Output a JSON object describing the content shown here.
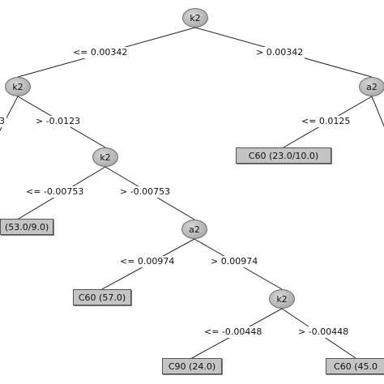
{
  "tree": {
    "nodes": [
      {
        "id": "n_root",
        "label": "k2"
      },
      {
        "id": "n_left",
        "label": "k2"
      },
      {
        "id": "n_right",
        "label": "a2"
      },
      {
        "id": "n_k2b",
        "label": "k2"
      },
      {
        "id": "n_a2",
        "label": "a2"
      },
      {
        "id": "n_k2c",
        "label": "k2"
      }
    ],
    "leaves": [
      {
        "id": "l_c60_23",
        "label": "C60 (23.0/10.0)"
      },
      {
        "id": "l_53",
        "label": "(53.0/9.0)"
      },
      {
        "id": "l_c60_57",
        "label": "C60 (57.0)"
      },
      {
        "id": "l_c90_24",
        "label": "C90 (24.0)"
      },
      {
        "id": "l_c60_45",
        "label": "C60 (45.0"
      }
    ],
    "edges": [
      {
        "id": "e1",
        "from": "n_root",
        "to": "n_left",
        "label": "<= 0.00342"
      },
      {
        "id": "e2",
        "from": "n_root",
        "to": "n_right",
        "label": "> 0.00342"
      },
      {
        "id": "e3",
        "from": "n_left",
        "to": "off_left",
        "label": "3"
      },
      {
        "id": "e4",
        "from": "n_left",
        "to": "n_k2b",
        "label": "> -0.0123"
      },
      {
        "id": "e5",
        "from": "n_right",
        "to": "l_c60_23",
        "label": "<= 0.0125"
      },
      {
        "id": "e5b",
        "from": "n_right",
        "to": "off_right",
        "label": ""
      },
      {
        "id": "e6",
        "from": "n_k2b",
        "to": "l_53",
        "label": "<= -0.00753"
      },
      {
        "id": "e7",
        "from": "n_k2b",
        "to": "n_a2",
        "label": "> -0.00753"
      },
      {
        "id": "e8",
        "from": "n_a2",
        "to": "l_c60_57",
        "label": "<= 0.00974"
      },
      {
        "id": "e9",
        "from": "n_a2",
        "to": "n_k2c",
        "label": "> 0.00974"
      },
      {
        "id": "e10",
        "from": "n_k2c",
        "to": "l_c90_24",
        "label": "<= -0.00448"
      },
      {
        "id": "e11",
        "from": "n_k2c",
        "to": "l_c60_45",
        "label": "> -0.00448"
      }
    ]
  }
}
